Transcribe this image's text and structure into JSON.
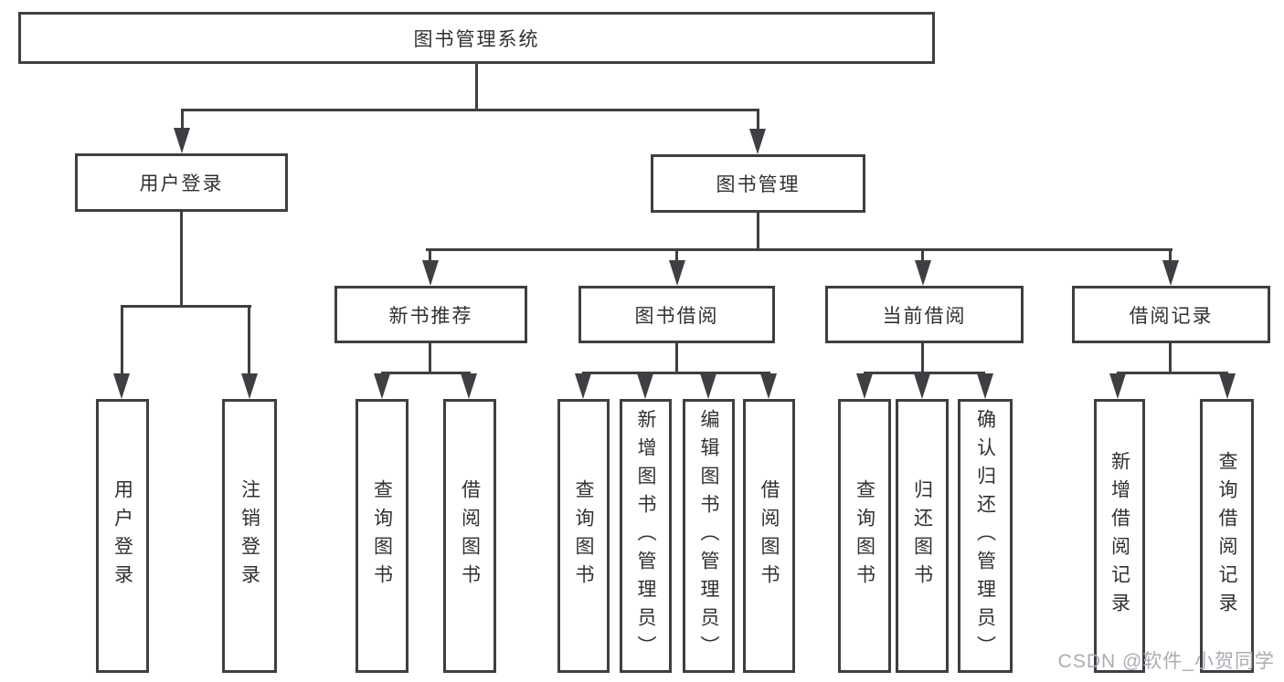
{
  "diagram": {
    "root": {
      "label": "图书管理系统"
    },
    "level2": [
      {
        "id": "user-login",
        "label": "用户登录",
        "children": [
          "用户登录",
          "注销登录"
        ]
      },
      {
        "id": "book-management",
        "label": "图书管理"
      }
    ],
    "level3": [
      {
        "id": "new-book-recommend",
        "label": "新书推荐",
        "children": [
          "查询图书",
          "借阅图书"
        ]
      },
      {
        "id": "book-borrow",
        "label": "图书借阅",
        "children": [
          "查询图书",
          "新增图书（管理员）",
          "编辑图书（管理员）",
          "借阅图书"
        ]
      },
      {
        "id": "current-borrow",
        "label": "当前借阅",
        "children": [
          "查询图书",
          "归还图书",
          "确认归还（管理员）"
        ]
      },
      {
        "id": "borrow-records",
        "label": "借阅记录",
        "children": [
          "新增借阅记录",
          "查询借阅记录"
        ]
      }
    ]
  },
  "watermark": "CSDN @软件_小贺同学",
  "colors": {
    "line": "#3d3f42",
    "text": "#2f3134",
    "background": "#ffffff",
    "watermark": "#a9adb2"
  }
}
